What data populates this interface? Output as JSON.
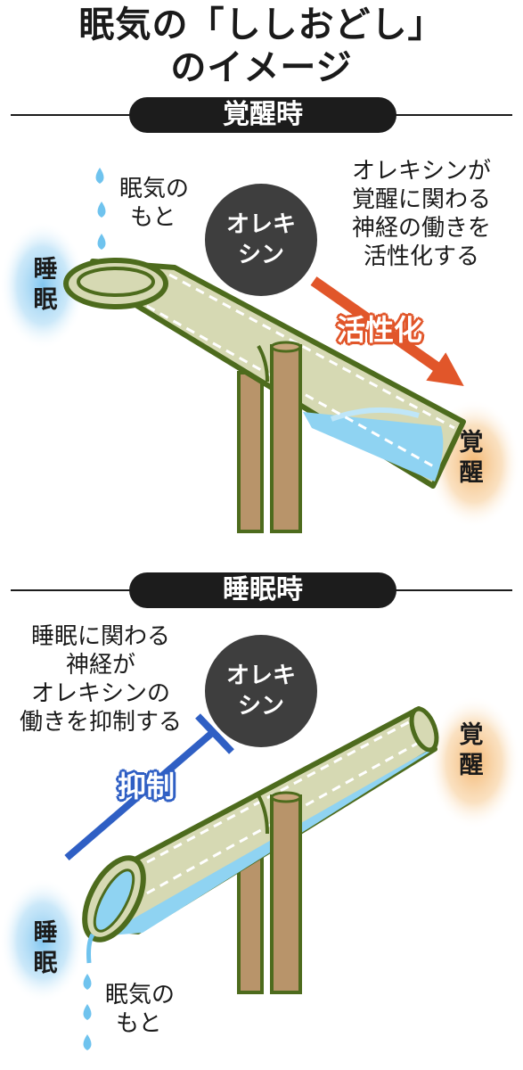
{
  "title": {
    "line1": "眠気の「ししおどし」",
    "line2": "のイメージ"
  },
  "awake_section": {
    "heading": "覚醒時",
    "circle_line1": "オレキ",
    "circle_line2": "シン",
    "source_line1": "眠気の",
    "source_line2": "もと",
    "note_lines": [
      "オレキシンが",
      "覚醒に関わる",
      "神経の働きを",
      "活性化する"
    ],
    "action_label": "活性化",
    "left_state": "睡眠",
    "right_state": "覚醒"
  },
  "sleep_section": {
    "heading": "睡眠時",
    "circle_line1": "オレキ",
    "circle_line2": "シン",
    "note_lines": [
      "睡眠に関わる",
      "神経が",
      "オレキシンの",
      "働きを抑制する"
    ],
    "action_label": "抑制",
    "left_state": "睡眠",
    "right_state": "覚醒",
    "source_line1": "眠気の",
    "source_line2": "もと"
  },
  "colors": {
    "activate_arrow": "#e1562a",
    "inhibit_line": "#2f5fc4",
    "bamboo_fill": "#d6d9b3",
    "bamboo_outline": "#4d6b1d",
    "water": "#8fd3f2",
    "sleep_glow": "#7cc4ef",
    "awake_glow": "#f3b36a",
    "post": "#b8946a"
  }
}
